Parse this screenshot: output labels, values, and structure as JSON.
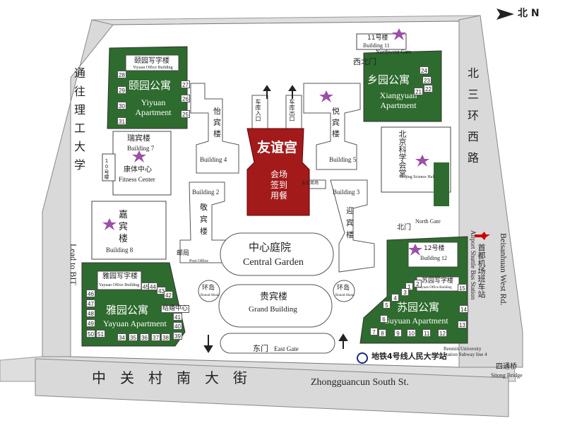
{
  "compass": {
    "label": "北 N"
  },
  "roads": {
    "west_cn": "通往理工大学",
    "west_en": "Lead to BIT",
    "south_cn": "中关村南大街",
    "south_en": "Zhongguancun South St.",
    "east_cn": "北三环西路",
    "east_en": "Beisanhuan West Rd.",
    "sitong_cn": "四通桥",
    "sitong_en": "Sitong Bridge"
  },
  "gates": {
    "northwest": {
      "cn": "西北门",
      "en": "Northwest Gate"
    },
    "north": {
      "cn": "北门",
      "en": "North Gate"
    },
    "east": {
      "cn": "东门",
      "en": "East Gate"
    }
  },
  "buildings": {
    "yiyuan_office": {
      "cn": "颐园写字楼",
      "en": "Yiyuan Office Building"
    },
    "yiyuan_apt": {
      "cn": "颐园公寓",
      "en": "Yiyuan Apartment"
    },
    "building7": {
      "cn": "瑞宾楼",
      "en": "Building 7"
    },
    "fitness": {
      "cn": "康体中心",
      "en": "Fitness Center"
    },
    "building10": {
      "cn": "10号楼",
      "en": "10"
    },
    "building8": {
      "cn": "嘉宾楼",
      "en": "Building 8"
    },
    "yayuan_office": {
      "cn": "雅园写字楼",
      "en": "Yayuan Office Building"
    },
    "yayuan_apt": {
      "cn": "雅园公寓",
      "en": "Yayuan Apartment"
    },
    "jiehun": {
      "cn": "结婚中心"
    },
    "building4": {
      "cn": "怡宾楼",
      "en": "Building 4"
    },
    "building2": {
      "cn": "敬宾楼",
      "en": "Building 2"
    },
    "post": {
      "cn": "邮局",
      "en": "Post Office"
    },
    "palace": {
      "cn": "友谊宫",
      "note_cn": "会场签到用餐"
    },
    "car_in": "车库入口",
    "car_out": "车库出口",
    "central_garden": {
      "cn": "中心庭院",
      "en": "Central Garden"
    },
    "grand": {
      "cn": "贵宾楼",
      "en": "Grand Building"
    },
    "roundabout": {
      "cn": "环岛",
      "en": "Round About"
    },
    "building5": {
      "cn": "悦宾楼",
      "en": "Building 5"
    },
    "building3": {
      "cn": "迎宾楼",
      "en": "Building 3"
    },
    "shop": "友谊商场",
    "building11": {
      "cn": "11号楼",
      "en": "Building 11"
    },
    "xiangyuan_apt": {
      "cn": "乡园公寓",
      "en": "Xiangyuan Apartment"
    },
    "science_hall": {
      "cn": "北京科学会堂",
      "en": "Beijing Science Hall"
    },
    "building12": {
      "cn": "12号楼",
      "en": "Building 12"
    },
    "suyuan_office": {
      "cn": "苏园写字楼",
      "en": "Suyuan Office Building"
    },
    "suyuan_apt": {
      "cn": "苏园公寓",
      "en": "Suyuan Apartment"
    },
    "airport_bus": {
      "cn": "首都机场班车站",
      "en": "Airport Shuttle Bus Station"
    },
    "subway": {
      "cn": "地铁4号线人民大学站",
      "en": "Renmin University Station Subway line 4"
    }
  },
  "numbers": {
    "yiyuan": [
      "28",
      "29",
      "30",
      "31",
      "27",
      "26",
      "25"
    ],
    "yayuan": [
      "45",
      "44",
      "43",
      "42",
      "46",
      "47",
      "48",
      "49",
      "50",
      "51",
      "34",
      "35",
      "36",
      "37",
      "38",
      "39",
      "40",
      "41"
    ],
    "xiangyuan": [
      "24",
      "23",
      "21",
      "22"
    ],
    "suyuan": [
      "1",
      "2",
      "3",
      "4",
      "5",
      "6",
      "7",
      "8",
      "9",
      "10",
      "11",
      "12",
      "13",
      "14",
      "15"
    ]
  },
  "colors": {
    "green": "#2e6b2e",
    "red": "#a31a1a",
    "star": "#9b4fa8",
    "road": "#dcdcdc"
  }
}
